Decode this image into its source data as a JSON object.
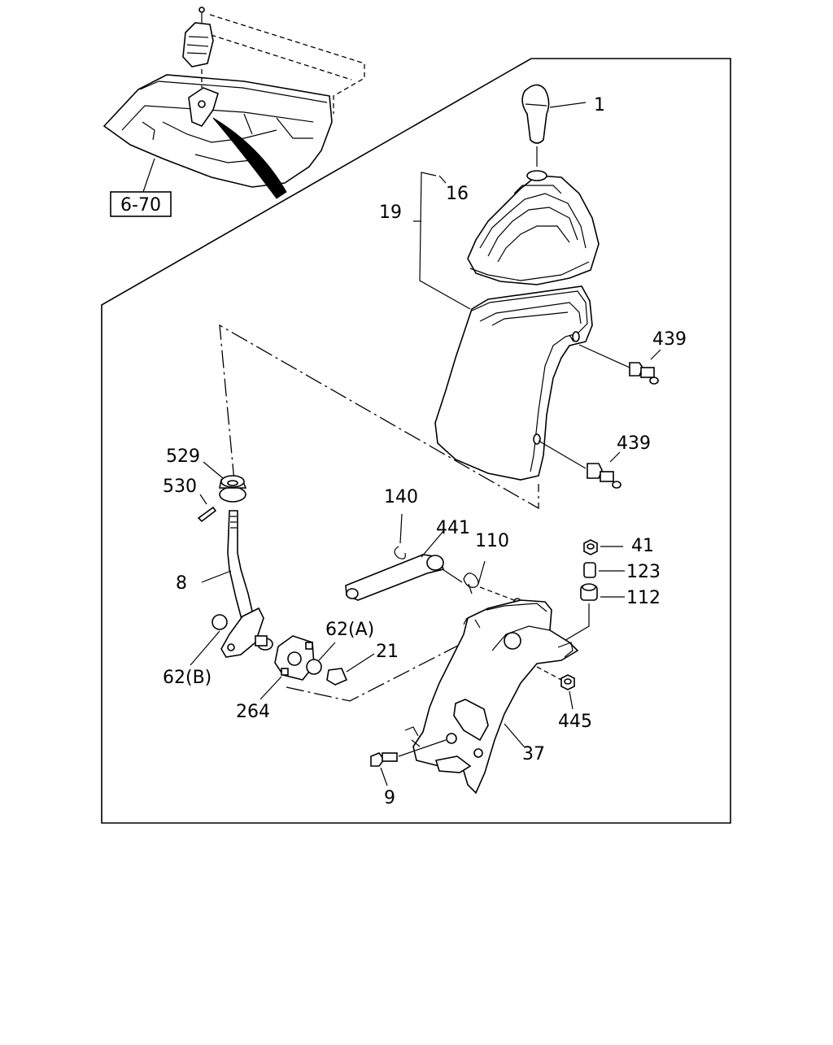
{
  "reference": "6-70",
  "callouts": {
    "c1": "1",
    "c16": "16",
    "c19": "19",
    "c439a": "439",
    "c439b": "439",
    "c529": "529",
    "c530": "530",
    "c140": "140",
    "c441": "441",
    "c110": "110",
    "c41": "41",
    "c123": "123",
    "c112": "112",
    "c8": "8",
    "c62a": "62(A)",
    "c21": "21",
    "c62b": "62(B)",
    "c264": "264",
    "c445": "445",
    "c37": "37",
    "c9": "9"
  }
}
